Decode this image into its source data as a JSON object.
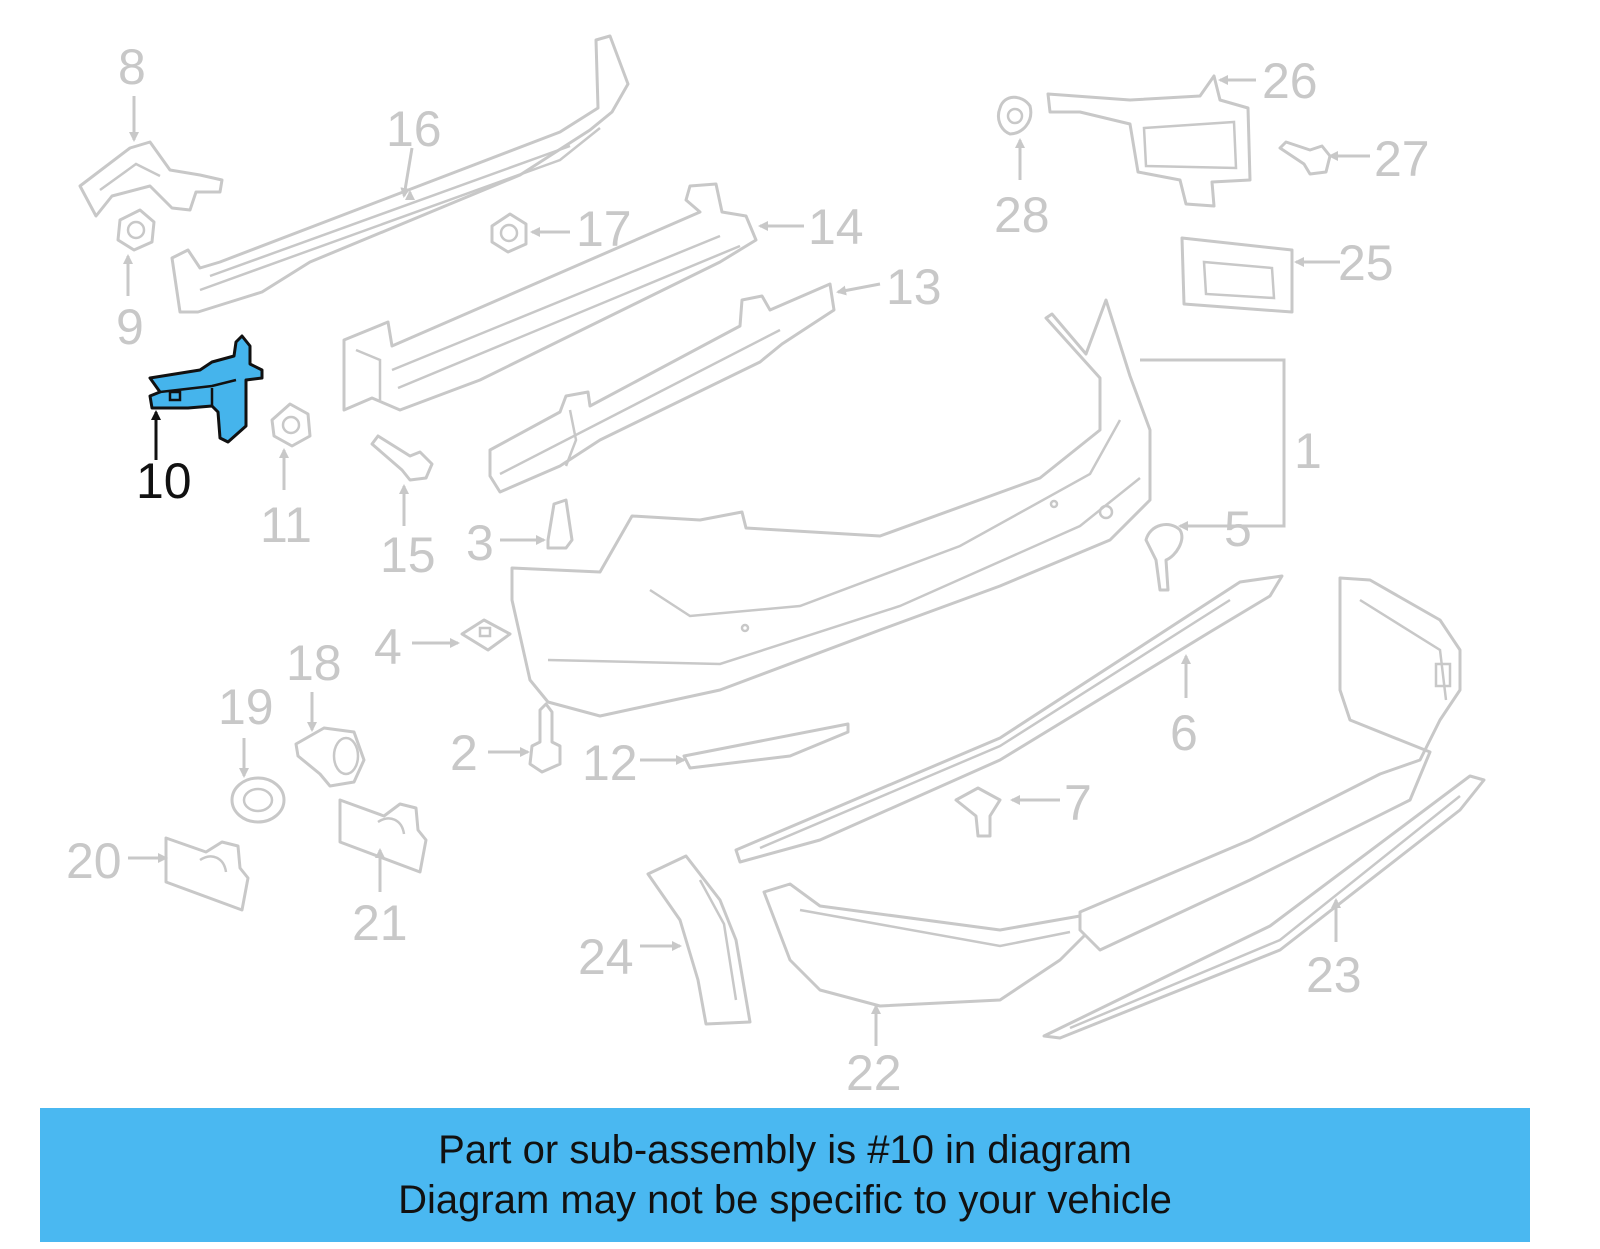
{
  "diagram": {
    "highlight_color": "#45b4ec",
    "part_color": "#c8c8c8",
    "highlighted_callout": "10",
    "callouts": {
      "c1": "1",
      "c2": "2",
      "c3": "3",
      "c4": "4",
      "c5": "5",
      "c6": "6",
      "c7": "7",
      "c8": "8",
      "c9": "9",
      "c10": "10",
      "c11": "11",
      "c12": "12",
      "c13": "13",
      "c14": "14",
      "c15": "15",
      "c16": "16",
      "c17": "17",
      "c18": "18",
      "c19": "19",
      "c20": "20",
      "c21": "21",
      "c22": "22",
      "c23": "23",
      "c24": "24",
      "c25": "25",
      "c26": "26",
      "c27": "27",
      "c28": "28"
    }
  },
  "banner": {
    "background": "#4ab8f1",
    "line1": "Part or sub-assembly is #10 in diagram",
    "line2": "Diagram may not be specific to your vehicle"
  }
}
